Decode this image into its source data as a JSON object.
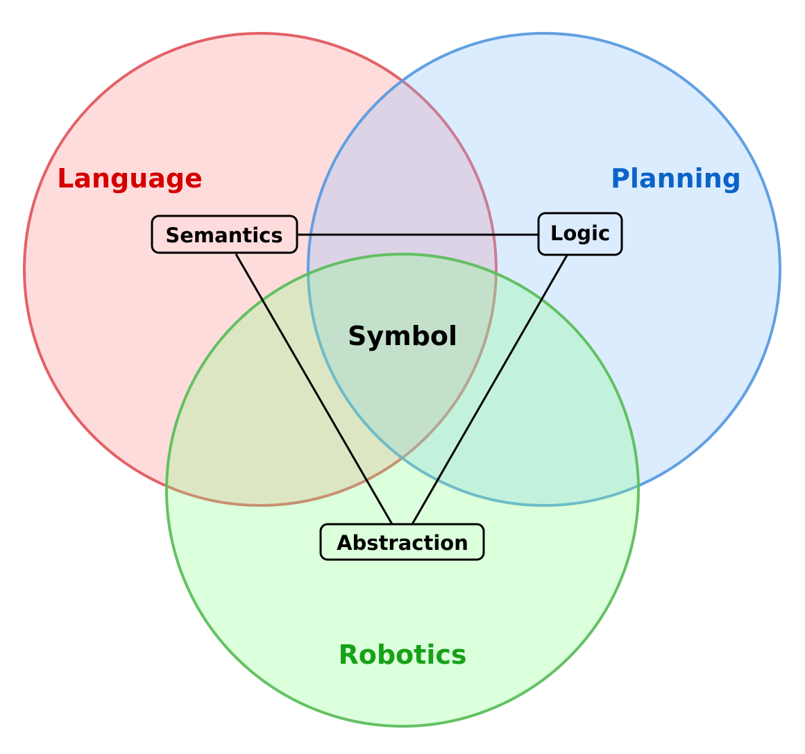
{
  "sets": [
    {
      "id": "language",
      "label": "Language",
      "color": "#d40000",
      "stroke": "#e05a5f",
      "fill": "#ff8c8c"
    },
    {
      "id": "planning",
      "label": "Planning",
      "color": "#0a64c8",
      "stroke": "#5a9be0",
      "fill": "#8cc0ff"
    },
    {
      "id": "robotics",
      "label": "Robotics",
      "color": "#17a117",
      "stroke": "#5cbe5c",
      "fill": "#8cff8c"
    }
  ],
  "center_label": "Symbol",
  "nodes": {
    "semantics": "Semantics",
    "logic": "Logic",
    "abstraction": "Abstraction"
  }
}
